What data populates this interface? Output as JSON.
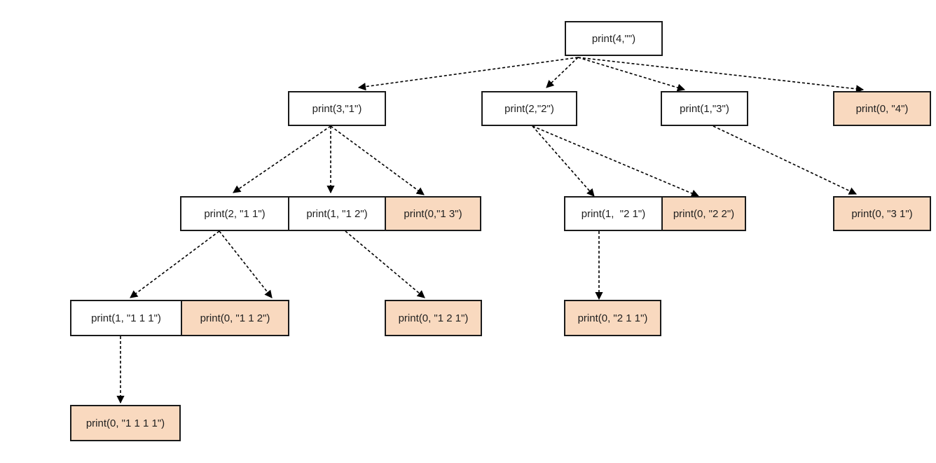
{
  "colors": {
    "leaf_fill": "#f9d9bf",
    "node_fill": "#ffffff",
    "border": "#1a1a1a",
    "edge": "#000000"
  },
  "nodes": {
    "root": {
      "label": "print(4,\"\")"
    },
    "n3_1": {
      "label": "print(3,\"1\")"
    },
    "n2_2": {
      "label": "print(2,\"2\")"
    },
    "n1_3": {
      "label": "print(1,\"3\")"
    },
    "n0_4": {
      "label": "print(0, \"4\")"
    },
    "n2_11": {
      "label": "print(2, \"1 1\")"
    },
    "n1_12": {
      "label": "print(1, \"1 2\")"
    },
    "n0_13": {
      "label": "print(0,\"1 3\")"
    },
    "n1_21": {
      "label": "print(1,  \"2 1\")"
    },
    "n0_22": {
      "label": "print(0, \"2 2\")"
    },
    "n0_31": {
      "label": "print(0, \"3 1\")"
    },
    "n1_111": {
      "label": "print(1, \"1 1 1\")"
    },
    "n0_112": {
      "label": "print(0, \"1 1 2\")"
    },
    "n0_121": {
      "label": "print(0, \"1 2 1\")"
    },
    "n0_211": {
      "label": "print(0, \"2 1 1\")"
    },
    "n0_1111": {
      "label": "print(0, \"1 1 1 1\")"
    }
  }
}
